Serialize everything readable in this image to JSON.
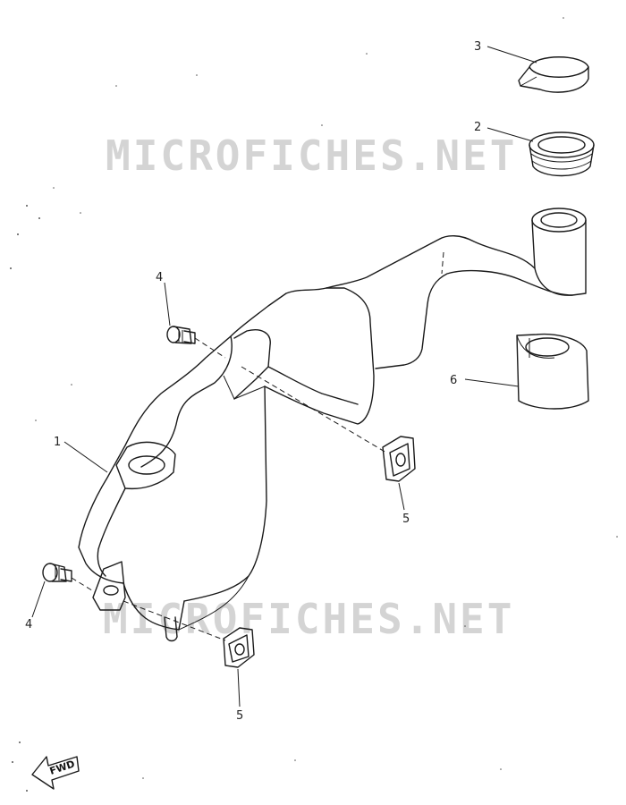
{
  "watermark": {
    "top": "MICROFICHES.NET",
    "bottom": "MICROFICHES.NET"
  },
  "callouts": [
    {
      "id": "c1",
      "label": "1"
    },
    {
      "id": "c2",
      "label": "2"
    },
    {
      "id": "c3",
      "label": "3"
    },
    {
      "id": "c4a",
      "label": "4"
    },
    {
      "id": "c4b",
      "label": "4"
    },
    {
      "id": "c5a",
      "label": "5"
    },
    {
      "id": "c5b",
      "label": "5"
    },
    {
      "id": "c6",
      "label": "6"
    }
  ],
  "direction_marker": {
    "label": "FWD",
    "icon": "forward-arrow-icon"
  }
}
